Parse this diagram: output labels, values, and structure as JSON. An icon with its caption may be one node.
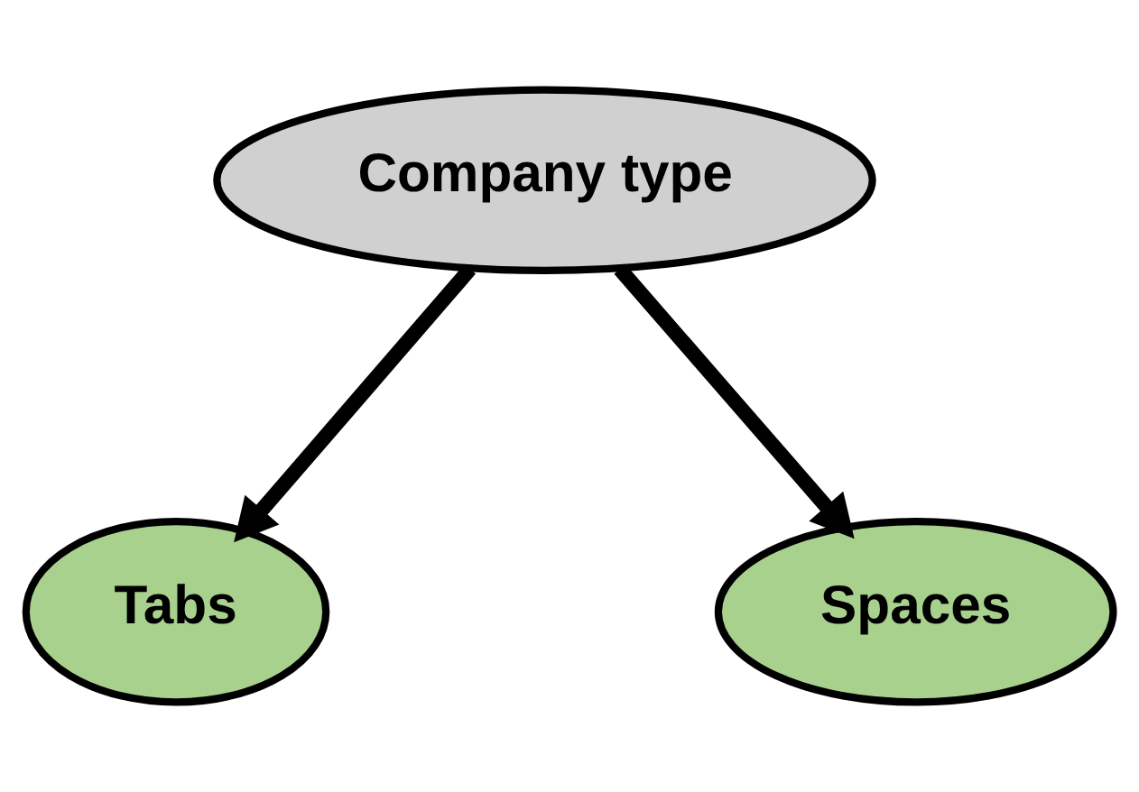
{
  "diagram": {
    "nodes": [
      {
        "text": [
          "Company type"
        ]
      },
      {
        "text": [
          "Tabs"
        ]
      },
      {
        "text": [
          "Spaces"
        ]
      }
    ],
    "edges": [
      {
        "from": 0,
        "to": 1,
        "arrow": "to"
      },
      {
        "from": 0,
        "to": 2,
        "arrow": "to"
      }
    ]
  }
}
